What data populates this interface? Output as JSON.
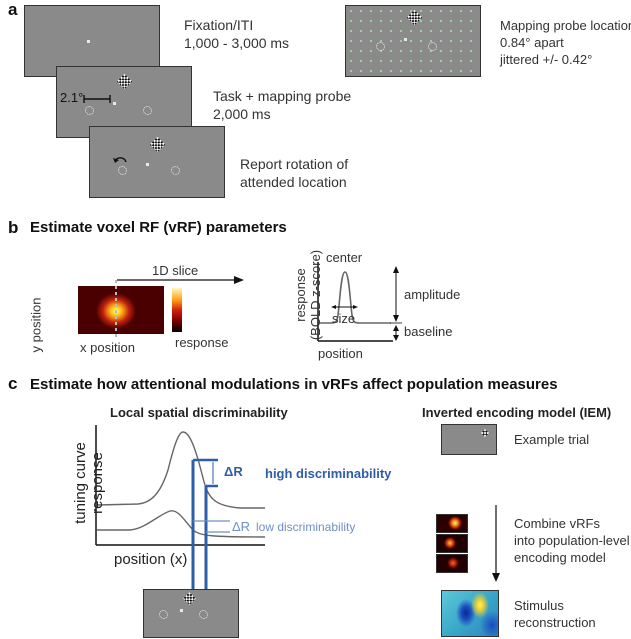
{
  "panel_a": {
    "letter": "a",
    "steps": [
      {
        "line1": "Fixation/ITI",
        "line2": "1,000 - 3,000 ms"
      },
      {
        "line1": "Task + mapping probe",
        "line2": "2,000 ms"
      },
      {
        "line1": "Report rotation of",
        "line2": "attended location"
      }
    ],
    "distance_label": "2.1°",
    "mapping": {
      "line1": "Mapping probe locations",
      "line2": "0.84° apart",
      "line3": "jittered +/- 0.42°"
    }
  },
  "panel_b": {
    "letter": "b",
    "title": "Estimate voxel RF (vRF) parameters",
    "y_position": "y position",
    "x_position": "x position",
    "colorbar_label": "response",
    "slice_label": "1D slice",
    "ylabel_line1": "response",
    "ylabel_line2": "(BOLD z-score)",
    "xlabel": "position",
    "center": "center",
    "size": "size",
    "amplitude": "amplitude",
    "baseline": "baseline"
  },
  "panel_c": {
    "letter": "c",
    "title": "Estimate how attentional modulations in vRFs affect population measures",
    "left_title": "Local spatial discriminability",
    "right_title": "Inverted encoding model (IEM)",
    "ylabel_line1": "tuning curve",
    "ylabel_line2": "response",
    "xlabel": "position (x)",
    "delta_high": "ΔR",
    "high_disc": "high discriminability",
    "delta_low": "ΔR",
    "low_disc": "low discriminability",
    "example_trial": "Example trial",
    "combine_line1": "Combine vRFs",
    "combine_line2": "into population-level",
    "combine_line3": "encoding model",
    "stim_line1": "Stimulus",
    "stim_line2": "reconstruction",
    "colors": {
      "blue": "#2e5ea8",
      "light_blue": "#6f90c2",
      "gray_curve": "#666666",
      "screen": "#8a8a8a"
    }
  }
}
